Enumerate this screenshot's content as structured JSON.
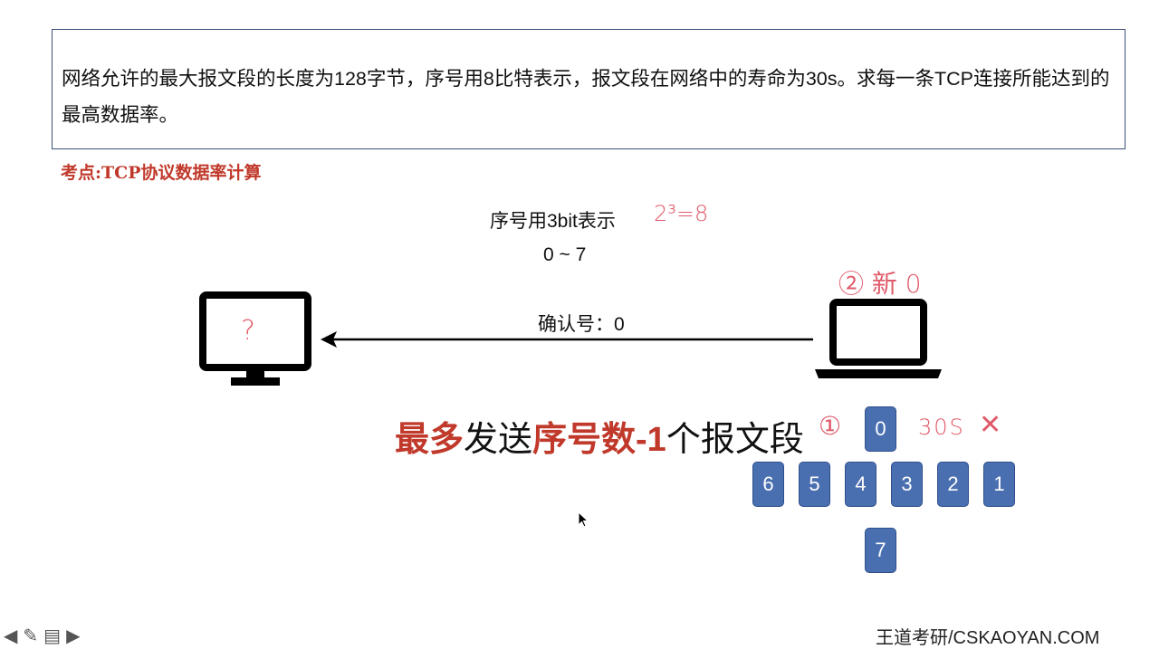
{
  "question": {
    "text": "网络允许的最大报文段的长度为128字节，序号用8比特表示，报文段在网络中的寿命为30s。求每一条TCP连接所能达到的最高数据率。"
  },
  "topic": "考点:TCP协议数据率计算",
  "seq_bits_label": "序号用3bit表示",
  "seq_range": "0 ~ 7",
  "ack_label": "确认号：0",
  "handwritten": {
    "power": "2³=8",
    "new_zero": "② 新 0",
    "question_mark": "?",
    "step_one": "①",
    "time_30s": "30S",
    "cross": "✕"
  },
  "headline": {
    "part1": "最多",
    "part2": "发送",
    "part3": "序号数-1",
    "part4": "个报文段"
  },
  "seq_boxes": {
    "top": "0",
    "row": [
      "6",
      "5",
      "4",
      "3",
      "2",
      "1"
    ],
    "bottom": "7"
  },
  "brand": "王道考研/CSKAOYAN.COM",
  "colors": {
    "accent_red": "#c0392b",
    "box_blue": "#4a6fb0",
    "frame_blue": "#3b4f7a"
  },
  "nav_icons": [
    "arrow-left-icon",
    "pen-icon",
    "slides-icon",
    "arrow-right-icon"
  ]
}
